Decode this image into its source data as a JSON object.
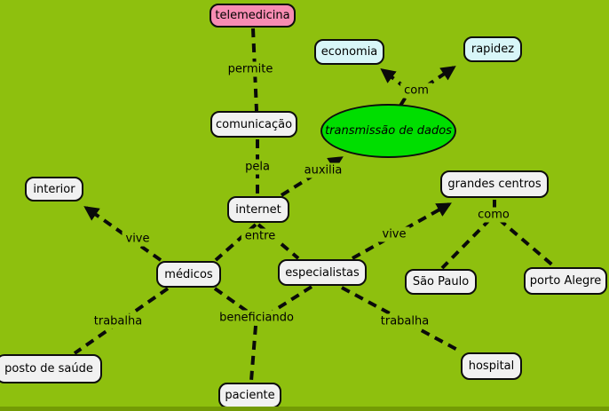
{
  "colors": {
    "background": "#8EC00E",
    "edge_stroke": "#0A0A0A",
    "node_default_fill": "#F1F1F1",
    "node_pink_fill": "#F78CB2",
    "node_cyan_fill": "#D8F6F8",
    "node_green_ellipse_fill": "#00DE00",
    "bottom_strip": "#739B05"
  },
  "nodes": {
    "telemedicina": {
      "label": "telemedicina",
      "shape": "rounded-rect",
      "fill": "#F78CB2"
    },
    "comunicacao": {
      "label": "comunicação",
      "shape": "rounded-rect",
      "fill": "#F1F1F1"
    },
    "economia": {
      "label": "economia",
      "shape": "rounded-rect",
      "fill": "#D8F6F8"
    },
    "rapidez": {
      "label": "rapidez",
      "shape": "rounded-rect",
      "fill": "#D8F6F8"
    },
    "transmissao": {
      "label": "transmissão de dados",
      "shape": "ellipse",
      "fill": "#00DE00"
    },
    "internet": {
      "label": "internet",
      "shape": "rounded-rect",
      "fill": "#F1F1F1"
    },
    "interior": {
      "label": "interior",
      "shape": "rounded-rect",
      "fill": "#F1F1F1"
    },
    "medicos": {
      "label": "médicos",
      "shape": "rounded-rect",
      "fill": "#F1F1F1"
    },
    "especialistas": {
      "label": "especialistas",
      "shape": "rounded-rect",
      "fill": "#F1F1F1"
    },
    "grandes_centros": {
      "label": "grandes centros",
      "shape": "rounded-rect",
      "fill": "#F1F1F1"
    },
    "sao_paulo": {
      "label": "São Paulo",
      "shape": "rounded-rect",
      "fill": "#F1F1F1"
    },
    "porto_alegre": {
      "label": "porto Alegre",
      "shape": "rounded-rect",
      "fill": "#F1F1F1"
    },
    "posto_saude": {
      "label": "posto de saúde",
      "shape": "rounded-rect",
      "fill": "#F1F1F1"
    },
    "paciente": {
      "label": "paciente",
      "shape": "rounded-rect",
      "fill": "#F1F1F1"
    },
    "hospital": {
      "label": "hospital",
      "shape": "rounded-rect",
      "fill": "#F1F1F1"
    }
  },
  "edge_labels": {
    "permite": "permite",
    "pela": "pela",
    "auxilia": "auxilia",
    "com": "com",
    "entre": "entre",
    "vive_interior": "vive",
    "vive_grandes_centros": "vive",
    "como": "como",
    "trabalha_posto": "trabalha",
    "beneficiando": "beneficiando",
    "trabalha_hospital": "trabalha"
  },
  "connections": [
    {
      "from": "telemedicina",
      "label": "permite",
      "to": "comunicação",
      "arrow": false
    },
    {
      "from": "comunicação",
      "label": "pela",
      "to": "internet",
      "arrow": false
    },
    {
      "from": "internet",
      "label": "auxilia",
      "to": "transmissão de dados",
      "arrow": true
    },
    {
      "from": "transmissão de dados",
      "label": "com",
      "to": "economia",
      "arrow": true
    },
    {
      "from": "transmissão de dados",
      "label": "com",
      "to": "rapidez",
      "arrow": true
    },
    {
      "from": "internet",
      "label": "entre",
      "to": "médicos",
      "arrow": false
    },
    {
      "from": "internet",
      "label": "entre",
      "to": "especialistas",
      "arrow": false
    },
    {
      "from": "médicos",
      "label": "vive",
      "to": "interior",
      "arrow": true
    },
    {
      "from": "médicos",
      "label": "trabalha",
      "to": "posto de saúde",
      "arrow": false
    },
    {
      "from": "médicos",
      "label": "beneficiando",
      "to": "paciente",
      "arrow": false
    },
    {
      "from": "especialistas",
      "label": "beneficiando",
      "to": "paciente",
      "arrow": false
    },
    {
      "from": "especialistas",
      "label": "vive",
      "to": "grandes centros",
      "arrow": true
    },
    {
      "from": "grandes centros",
      "label": "como",
      "to": "São Paulo",
      "arrow": false
    },
    {
      "from": "grandes centros",
      "label": "como",
      "to": "porto Alegre",
      "arrow": false
    },
    {
      "from": "especialistas",
      "label": "trabalha",
      "to": "hospital",
      "arrow": false
    }
  ]
}
